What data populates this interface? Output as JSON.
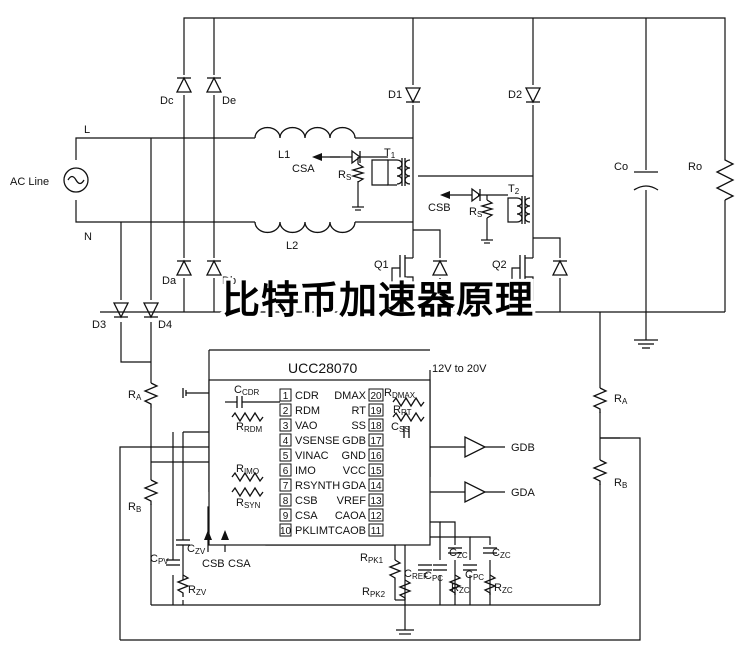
{
  "banner": {
    "text": "比特币加速器原理"
  },
  "ic": {
    "name": "UCC28070",
    "left_pins": [
      {
        "num": "1",
        "name": "CDR"
      },
      {
        "num": "2",
        "name": "RDM"
      },
      {
        "num": "3",
        "name": "VAO"
      },
      {
        "num": "4",
        "name": "VSENSE"
      },
      {
        "num": "5",
        "name": "VINAC"
      },
      {
        "num": "6",
        "name": "IMO"
      },
      {
        "num": "7",
        "name": "RSYNTH"
      },
      {
        "num": "8",
        "name": "CSB"
      },
      {
        "num": "9",
        "name": "CSA"
      },
      {
        "num": "10",
        "name": "PKLIMT"
      }
    ],
    "right_pins": [
      {
        "num": "20",
        "name": "DMAX"
      },
      {
        "num": "19",
        "name": "RT"
      },
      {
        "num": "18",
        "name": "SS"
      },
      {
        "num": "17",
        "name": "GDB"
      },
      {
        "num": "16",
        "name": "GND"
      },
      {
        "num": "15",
        "name": "VCC"
      },
      {
        "num": "14",
        "name": "GDA"
      },
      {
        "num": "13",
        "name": "VREF"
      },
      {
        "num": "12",
        "name": "CAOA"
      },
      {
        "num": "11",
        "name": "CAOB"
      }
    ]
  },
  "labels": {
    "ac_line": "AC Line",
    "L": "L",
    "N": "N",
    "Dc": "Dc",
    "De": "De",
    "Da": "Da",
    "Db": "Db",
    "D1": "D1",
    "D2": "D2",
    "D3": "D3",
    "D4": "D4",
    "L1": "L1",
    "L2": "L2",
    "T1": "T",
    "T1_sub": "1",
    "T2": "T",
    "T2_sub": "2",
    "Rs1": "R",
    "Rs1_sub": "S",
    "Rs2": "R",
    "Rs2_sub": "S",
    "CSA_top": "CSA",
    "CSB_top": "CSB",
    "Q1": "Q1",
    "Q2": "Q2",
    "Co": "Co",
    "Ro": "Ro",
    "supply": "12V to 20V",
    "GDB_out": "GDB",
    "GDA_out": "GDA",
    "RA_left": "R",
    "RA_left_sub": "A",
    "RB_left": "R",
    "RB_left_sub": "B",
    "RA_right": "R",
    "RA_right_sub": "A",
    "RB_right": "R",
    "RB_right_sub": "B",
    "CCDR": "C",
    "CCDR_sub": "CDR",
    "RRDM": "R",
    "RRDM_sub": "RDM",
    "RIMO": "R",
    "RIMO_sub": "IMO",
    "RSYN": "R",
    "RSYN_sub": "SYN",
    "RDMAX": "R",
    "RDMAX_sub": "DMAX",
    "RRT": "R",
    "RRT_sub": "RT",
    "CSS": "C",
    "CSS_sub": "SS",
    "CPV": "C",
    "CPV_sub": "PV",
    "CZV": "C",
    "CZV_sub": "ZV",
    "RZV": "R",
    "RZV_sub": "ZV",
    "CSB_bottom": "CSB",
    "CSA_bottom": "CSA",
    "RPK1": "R",
    "RPK1_sub": "PK1",
    "RPK2": "R",
    "RPK2_sub": "PK2",
    "CREF": "C",
    "CREF_sub": "REF",
    "CPC1": "C",
    "CPC1_sub": "PC",
    "CZC1": "C",
    "CZC1_sub": "ZC",
    "RZC1": "R",
    "RZC1_sub": "ZC",
    "CPC2": "C",
    "CPC2_sub": "PC",
    "CZC2": "C",
    "CZC2_sub": "ZC",
    "RZC2": "R",
    "RZC2_sub": "ZC"
  }
}
